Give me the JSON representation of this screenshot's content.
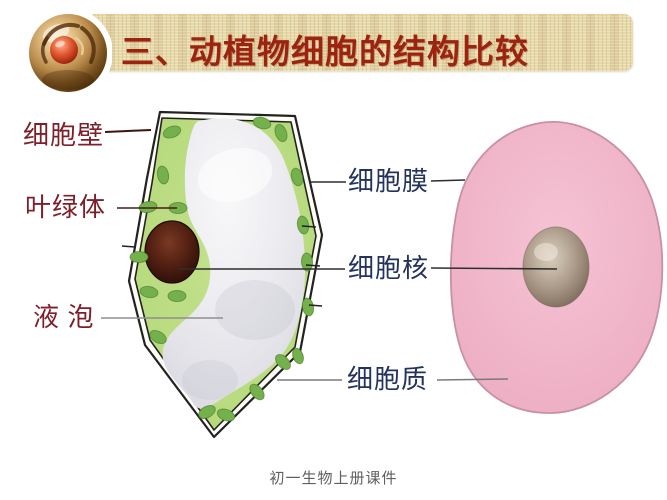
{
  "header": {
    "title": "三、动植物细胞的结构比较",
    "logo_icon": "cell-sphere-logo"
  },
  "diagram": {
    "plant_labels": {
      "cell_wall": "细胞壁",
      "chloroplast": "叶绿体",
      "vacuole": "液 泡"
    },
    "shared_labels": {
      "membrane": "细胞膜",
      "nucleus": "细胞核",
      "cytoplasm": "细胞质"
    }
  },
  "footer": {
    "caption": "初一生物上册课件"
  },
  "colors": {
    "title_text": "#9c2310",
    "banner": "#e8d9a9",
    "left_label_text": "#7d1f2a",
    "middle_label_text": "#24335e",
    "plant_cytoplasm": "#b9db7f",
    "chloroplast": "#74b04c",
    "vacuole": "#ededf1",
    "plant_nucleus": "#3a150c",
    "animal_cell": "#f0b4c8",
    "animal_nucleus": "#9c8a79",
    "footer_text": "#5f5f5f"
  }
}
